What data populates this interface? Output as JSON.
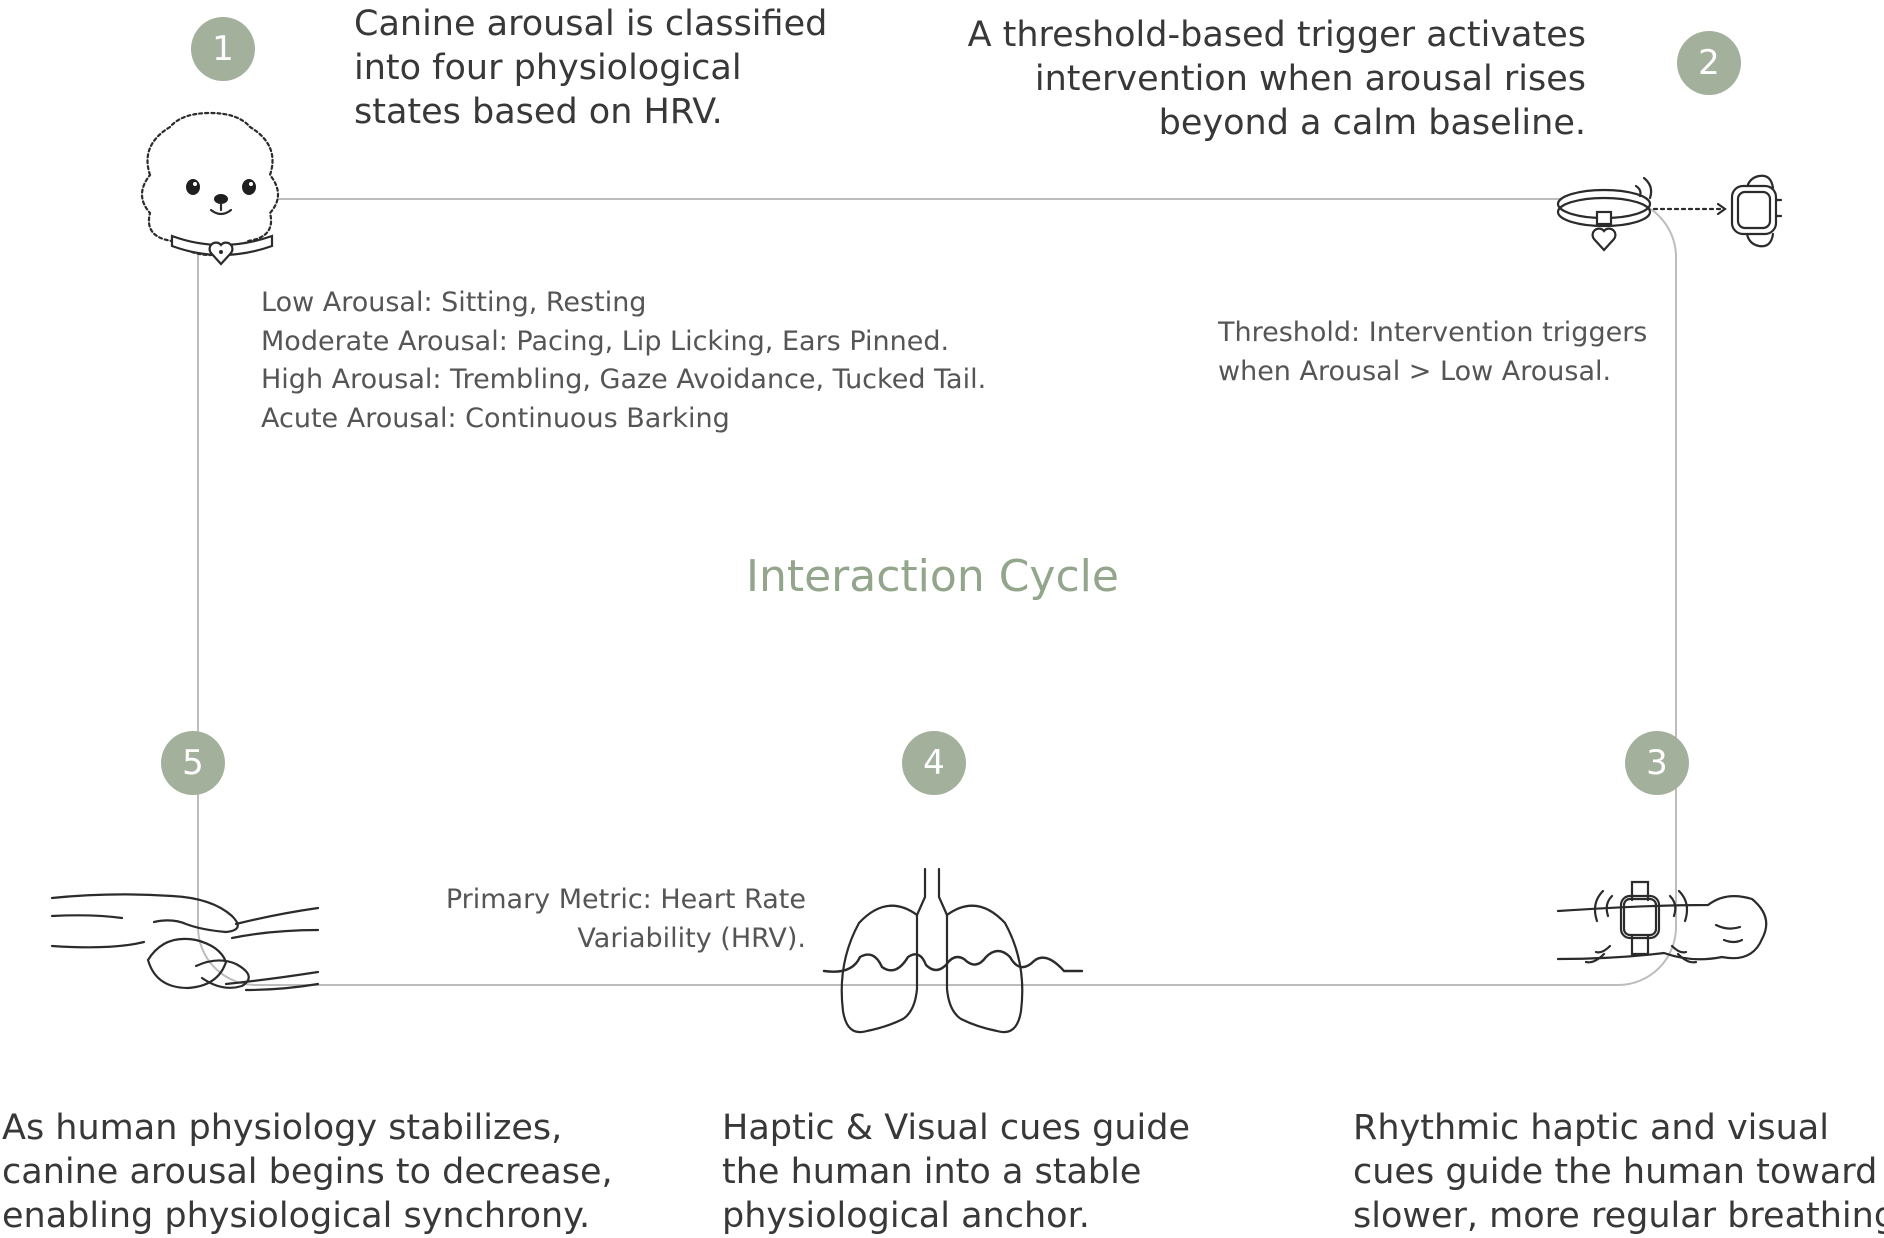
{
  "diagram": {
    "title": "Interaction Cycle",
    "accent_color": "#a3b19c",
    "title_color": "#93a58b",
    "line_color": "#bdbdbd",
    "steps": [
      {
        "number": "1",
        "lines": [
          "Canine arousal is classified",
          "into four physiological",
          "states based on HRV."
        ],
        "icon": "poodle-dog-icon"
      },
      {
        "number": "2",
        "lines": [
          "A threshold-based trigger activates",
          "intervention when arousal rises",
          "beyond a calm baseline."
        ],
        "icon": "collar-to-watch-icon"
      },
      {
        "number": "3",
        "lines": [
          "Rhythmic haptic and visual",
          "cues guide the human toward",
          "slower, more regular breathing."
        ],
        "icon": "wrist-watch-vibration-icon"
      },
      {
        "number": "4",
        "lines": [
          "Haptic & Visual cues guide",
          "the human into a stable",
          "physiological anchor."
        ],
        "icon": "lungs-icon"
      },
      {
        "number": "5",
        "lines": [
          "As human physiology stabilizes,",
          "canine arousal begins to decrease,",
          "enabling physiological synchrony."
        ],
        "icon": "hand-and-paw-icon"
      }
    ],
    "arousal_states": [
      "Low Arousal: Sitting, Resting",
      "Moderate Arousal: Pacing, Lip Licking, Ears Pinned.",
      "High Arousal: Trembling, Gaze Avoidance, Tucked Tail.",
      "Acute Arousal: Continuous Barking"
    ],
    "threshold_note": [
      "Threshold: Intervention triggers",
      "when Arousal > Low Arousal."
    ],
    "metric_note": [
      "Primary Metric: Heart Rate",
      "Variability (HRV)."
    ]
  }
}
